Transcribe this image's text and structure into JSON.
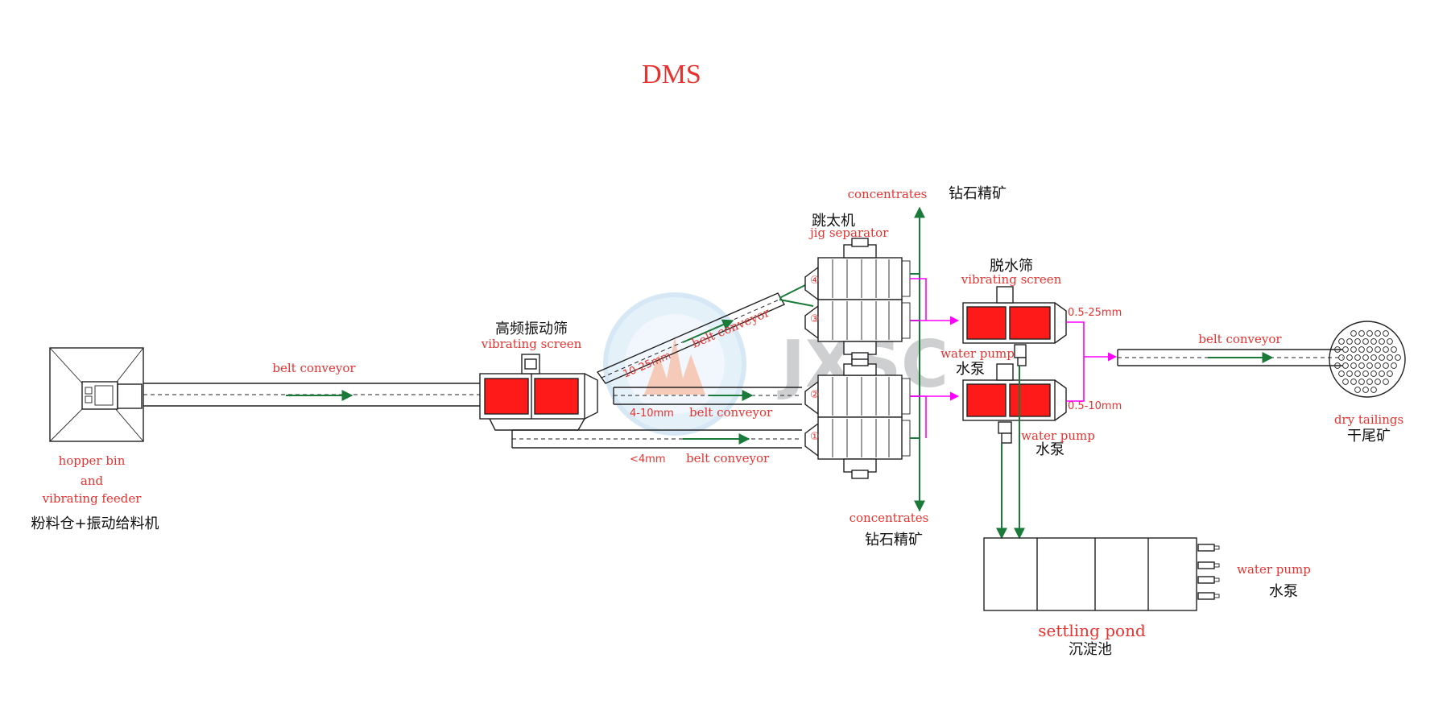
{
  "title": "DMS",
  "watermark": "JXSC",
  "colors": {
    "label_red": "#e8322f",
    "flow_green": "#1a7a3a",
    "flow_pink": "#ff00ff",
    "screen_red": "#ff1a1a"
  },
  "hopper": {
    "en_line1": "hopper bin",
    "en_line2": "and",
    "en_line3": "vibrating feeder",
    "cn": "粉料仓+振动给料机"
  },
  "conveyor_main": {
    "label": "belt conveyor"
  },
  "hf_screen": {
    "cn": "高频振动筛",
    "en": "vibrating screen"
  },
  "size_fractions": {
    "f1": "10-25mm",
    "f2": "4-10mm",
    "f3": "<4mm"
  },
  "conveyor_labels": {
    "c1": "belt conveyor",
    "c2": "belt conveyor",
    "c3": "belt conveyor"
  },
  "jig": {
    "cn": "跳太机",
    "en": "jig separator",
    "units": [
      "④",
      "③",
      "②",
      "①"
    ]
  },
  "concentrates_top": {
    "en": "concentrates",
    "cn": "钻石精矿"
  },
  "concentrates_bottom": {
    "en": "concentrates",
    "cn": "钻石精矿"
  },
  "dewatering": {
    "cn": "脱水筛",
    "en": "vibrating screen",
    "size_top": "0.5-25mm",
    "size_bottom": "0.5-10mm"
  },
  "pump_mid": {
    "en": "water pump",
    "cn": "水泵"
  },
  "pump_low": {
    "en": "water pump",
    "cn": "水泵"
  },
  "conveyor_tail": {
    "label": "belt conveyor"
  },
  "tailings": {
    "en": "dry tailings",
    "cn": "干尾矿"
  },
  "settling_pond": {
    "en": "settling pond",
    "cn": "沉淀池"
  },
  "pond_pump": {
    "en": "water pump",
    "cn": "水泵"
  }
}
